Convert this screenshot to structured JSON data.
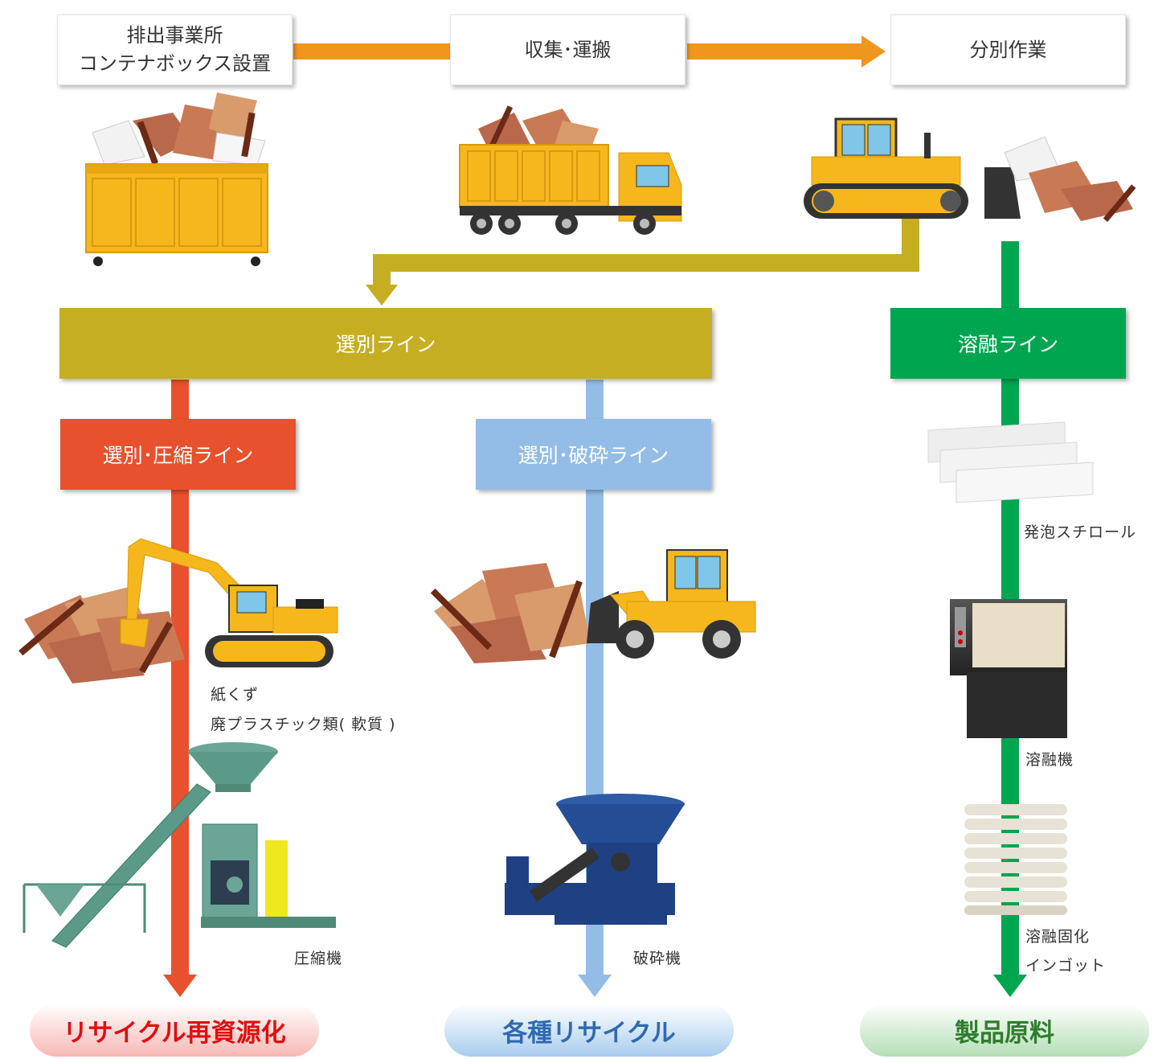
{
  "top_boxes": {
    "discharge_line1": "排出事業所",
    "discharge_line2": "コンテナボックス設置",
    "collection": "収集･運搬",
    "sorting_work": "分別作業"
  },
  "lines": {
    "sorting_line": "選別ライン",
    "melting_line": "溶融ライン",
    "compress_line": "選別･圧縮ライン",
    "crush_line": "選別･破砕ライン"
  },
  "labels": {
    "paper": "紙くず",
    "plastic": "廃プラスチック類( 軟質 )",
    "compressor": "圧縮機",
    "crusher": "破砕機",
    "styrofoam": "発泡スチロール",
    "melter": "溶融機",
    "ingot_line1": "溶融固化",
    "ingot_line2": "インゴット"
  },
  "outcomes": {
    "recycle_reuse": "リサイクル再資源化",
    "various_recycle": "各種リサイクル",
    "product_material": "製品原料"
  },
  "colors": {
    "orange_arrow": "#f0961e",
    "olive": "#c5ae22",
    "green": "#00a550",
    "red": "#e8512d",
    "light_blue": "#93bde6"
  }
}
